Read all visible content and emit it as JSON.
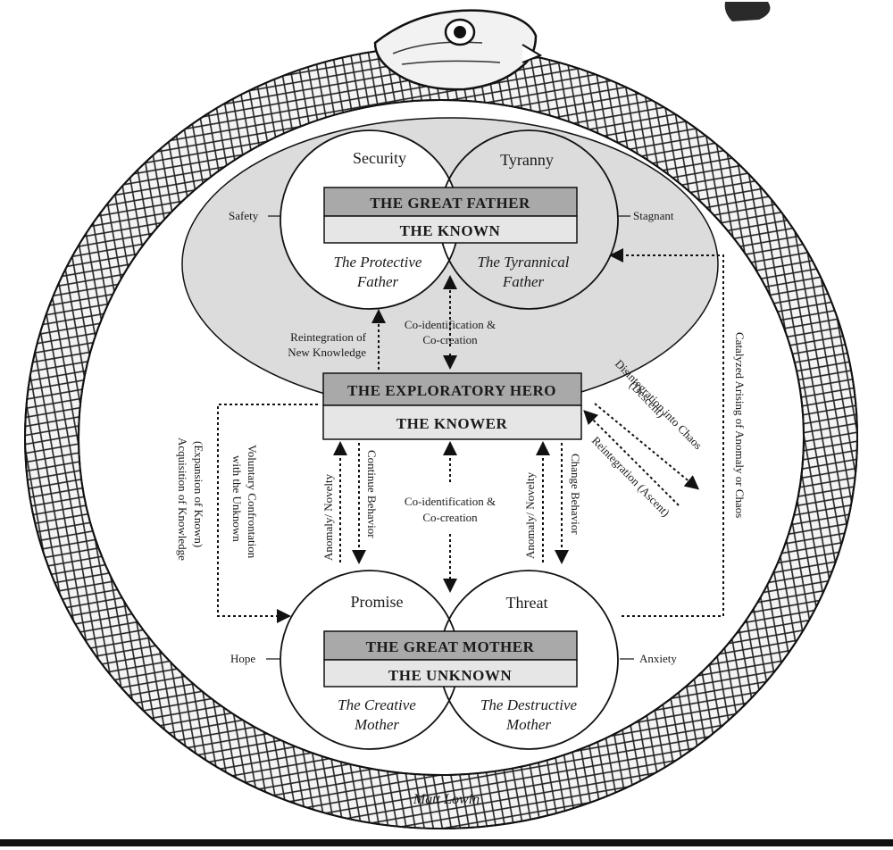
{
  "father": {
    "left_circle": "Security",
    "right_circle": "Tyranny",
    "title": "THE GREAT FATHER",
    "subtitle": "THE KNOWN",
    "left_line1": "The Protective",
    "left_line2": "Father",
    "right_line1": "The Tyrannical",
    "right_line2": "Father",
    "left_side": "Safety",
    "right_side": "Stagnant"
  },
  "hero": {
    "title": "THE EXPLORATORY HERO",
    "subtitle": "THE KNOWER"
  },
  "mother": {
    "left_circle": "Promise",
    "right_circle": "Threat",
    "title": "THE GREAT MOTHER",
    "subtitle": "THE UNKNOWN",
    "left_line1": "The Creative",
    "left_line2": "Mother",
    "right_line1": "The Destructive",
    "right_line2": "Mother",
    "left_side": "Hope",
    "right_side": "Anxiety"
  },
  "arrows": {
    "reintegration_1": "Reintegration of",
    "reintegration_2": "New Knowledge",
    "coid_top_1": "Co-identification &",
    "coid_top_2": "Co-creation",
    "coid_mid_1": "Co-identification &",
    "coid_mid_2": "Co-creation",
    "disintegration_1": "Disintegration into Chaos",
    "disintegration_2": "(Descent)",
    "reintegration_ascent": "Reintegration (Ascent)",
    "catalyzed": "Catalyzed Arising of Anomaly or Chaos",
    "acquisition_1": "Acquisition of Knowledge",
    "acquisition_2": "(Expansion of Known)",
    "voluntary_1": "Voluntary Confrontation",
    "voluntary_2": "with the Unknown",
    "anomaly_left": "Anomaly/ Novelty",
    "continue": "Continue Behavior",
    "anomaly_right": "Anomaly/ Novelty",
    "change": "Change Behavior"
  },
  "signature": "Matt Lowin",
  "colors": {
    "box_dark": "#a9a9a9",
    "box_light": "#e6e6e6",
    "known_fill": "#dcdcdc",
    "line": "#1a1a1a"
  },
  "icons": {
    "serpent": "ouroboros-serpent"
  }
}
